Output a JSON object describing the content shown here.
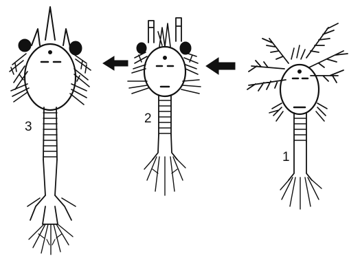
{
  "figure": {
    "stages": [
      {
        "id": "stage-1",
        "label": "1"
      },
      {
        "id": "stage-2",
        "label": "2"
      },
      {
        "id": "stage-3",
        "label": "3"
      }
    ],
    "arrows": [
      {
        "from": "1",
        "to": "2"
      },
      {
        "from": "2",
        "to": "3"
      }
    ],
    "ink_color": "#111111",
    "background_color": "#ffffff"
  }
}
